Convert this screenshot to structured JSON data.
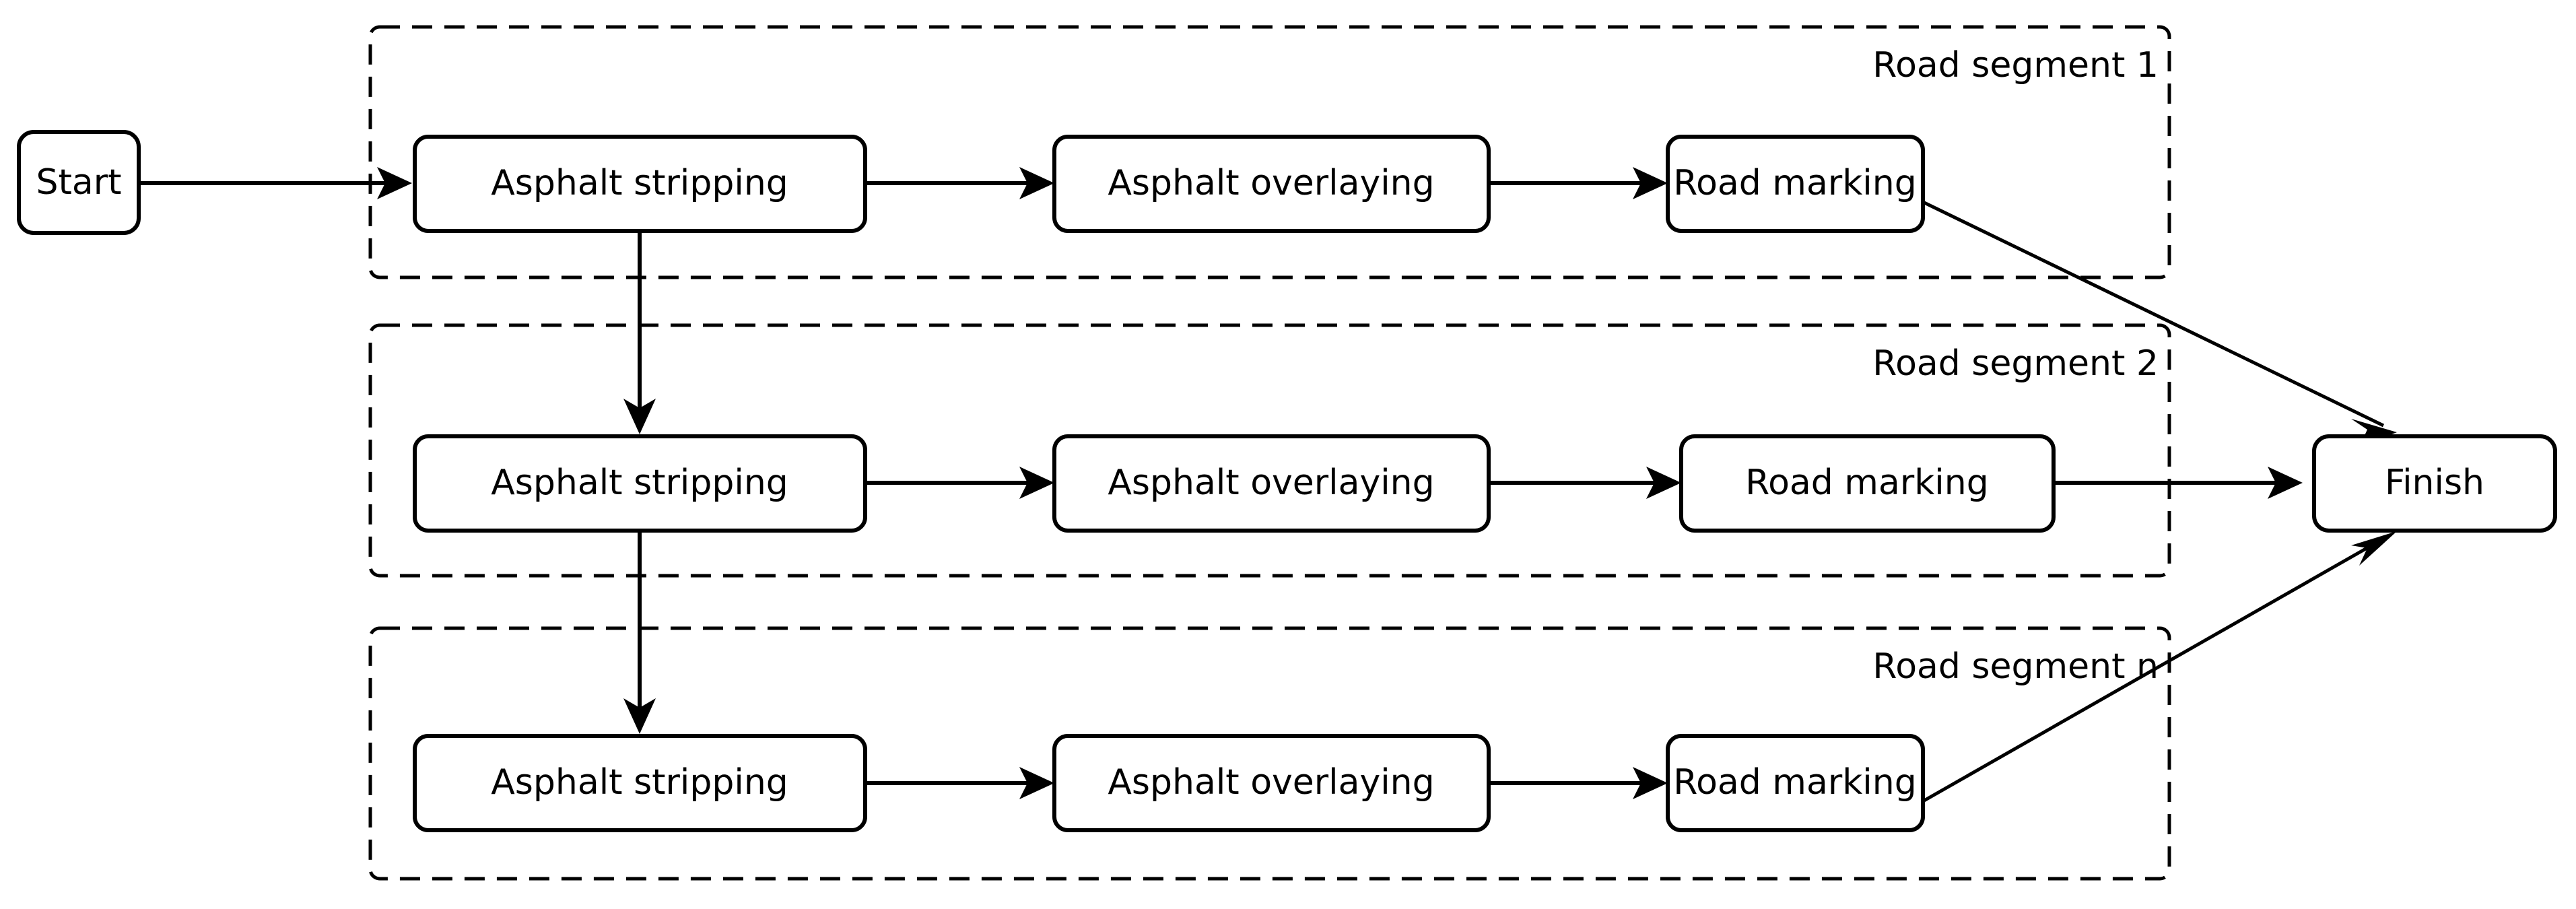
{
  "diagram": {
    "type": "flowchart",
    "title": "",
    "background_color": "#ffffff",
    "stroke_color": "#000000",
    "terminals": {
      "start": {
        "label": "Start"
      },
      "finish": {
        "label": "Finish"
      }
    },
    "groups": [
      {
        "id": "segment-1",
        "label": "Road segment 1",
        "steps": [
          {
            "id": "s1-stripping",
            "label": "Asphalt stripping"
          },
          {
            "id": "s1-overlaying",
            "label": "Asphalt overlaying"
          },
          {
            "id": "s1-marking",
            "label": "Road marking"
          }
        ]
      },
      {
        "id": "segment-2",
        "label": "Road segment 2",
        "steps": [
          {
            "id": "s2-stripping",
            "label": "Asphalt stripping"
          },
          {
            "id": "s2-overlaying",
            "label": "Asphalt overlaying"
          },
          {
            "id": "s2-marking",
            "label": "Road marking"
          }
        ]
      },
      {
        "id": "segment-n",
        "label": "Road segment n",
        "steps": [
          {
            "id": "sn-stripping",
            "label": "Asphalt stripping"
          },
          {
            "id": "sn-overlaying",
            "label": "Asphalt overlaying"
          },
          {
            "id": "sn-marking",
            "label": "Road marking"
          }
        ]
      }
    ],
    "connections": [
      {
        "from": "start",
        "to": "s1-stripping",
        "style": "solid-arrow"
      },
      {
        "from": "s1-stripping",
        "to": "s1-overlaying",
        "style": "solid-arrow"
      },
      {
        "from": "s1-overlaying",
        "to": "s1-marking",
        "style": "solid-arrow"
      },
      {
        "from": "s1-marking",
        "to": "finish",
        "style": "solid-arrow-diagonal"
      },
      {
        "from": "s1-stripping",
        "to": "s2-stripping",
        "style": "solid-arrow-vertical"
      },
      {
        "from": "s2-stripping",
        "to": "s2-overlaying",
        "style": "solid-arrow"
      },
      {
        "from": "s2-overlaying",
        "to": "s2-marking",
        "style": "solid-arrow"
      },
      {
        "from": "s2-marking",
        "to": "finish",
        "style": "solid-arrow"
      },
      {
        "from": "s2-stripping",
        "to": "sn-stripping",
        "style": "solid-arrow-vertical"
      },
      {
        "from": "sn-stripping",
        "to": "sn-overlaying",
        "style": "solid-arrow"
      },
      {
        "from": "sn-overlaying",
        "to": "sn-marking",
        "style": "solid-arrow"
      },
      {
        "from": "sn-marking",
        "to": "finish",
        "style": "solid-arrow-diagonal"
      }
    ]
  }
}
